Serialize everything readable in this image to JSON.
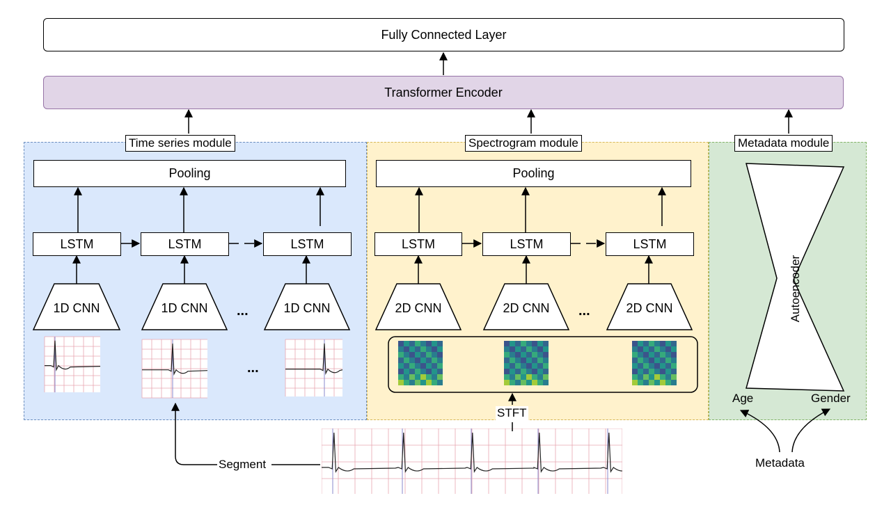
{
  "fc_layer": "Fully Connected Layer",
  "transformer": "Transformer Encoder",
  "time_module": {
    "label": "Time series module",
    "pooling": "Pooling",
    "lstm": [
      "LSTM",
      "LSTM",
      "LSTM"
    ],
    "cnn": [
      "1D CNN",
      "1D CNN",
      "1D CNN"
    ],
    "ellipsis_cnn": "...",
    "ellipsis_ecg": "..."
  },
  "spec_module": {
    "label": "Spectrogram module",
    "pooling": "Pooling",
    "lstm": [
      "LSTM",
      "LSTM",
      "LSTM"
    ],
    "cnn": [
      "2D CNN",
      "2D CNN",
      "2D CNN"
    ],
    "ellipsis_cnn": "..."
  },
  "meta_module": {
    "label": "Metadata module",
    "autoencoder": "Autoencoder",
    "age": "Age",
    "gender": "Gender"
  },
  "bottom": {
    "segment": "Segment",
    "stft": "STFT",
    "metadata": "Metadata"
  },
  "colors": {
    "time_bg": "#dae8fc",
    "time_border": "#6c8ebf",
    "spec_bg": "#fff2cc",
    "spec_border": "#d6b656",
    "meta_bg": "#d5e8d4",
    "meta_border": "#82b366",
    "transformer_bg": "#e1d5e7",
    "transformer_border": "#9673a6"
  }
}
